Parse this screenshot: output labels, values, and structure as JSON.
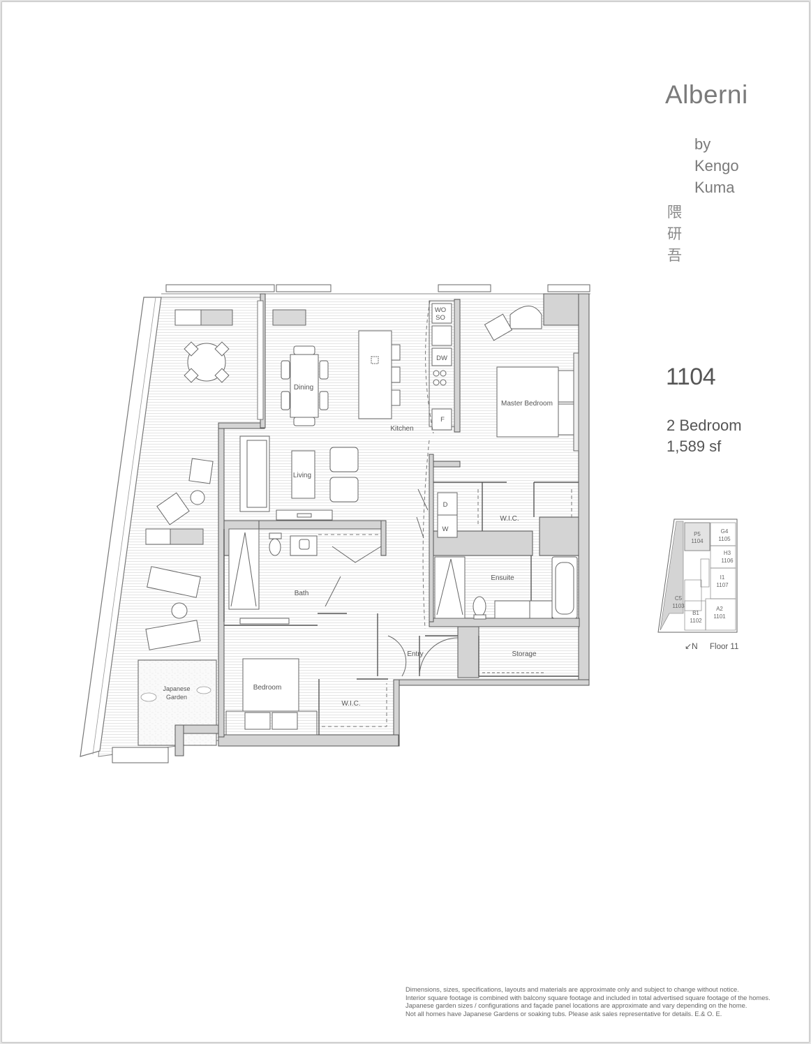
{
  "brand": {
    "name": "Alberni",
    "byline": [
      "by",
      "Kengo",
      "Kuma"
    ],
    "kanji": [
      "隈",
      "研",
      "吾"
    ]
  },
  "unit": {
    "number": "1104",
    "bedrooms": "2 Bedroom",
    "area": "1,589 sf"
  },
  "rooms": {
    "dining": "Dining",
    "kitchen": "Kitchen",
    "living": "Living",
    "master_bedroom": "Master Bedroom",
    "wic_master": "W.I.C.",
    "ensuite": "Ensuite",
    "bath": "Bath",
    "entry": "Entry",
    "storage": "Storage",
    "bedroom": "Bedroom",
    "wic_bedroom": "W.I.C.",
    "garden_line1": "Japanese",
    "garden_line2": "Garden"
  },
  "appliances": {
    "wo": "WO",
    "so": "SO",
    "dw": "DW",
    "fridge": "F",
    "dryer": "D",
    "washer": "W"
  },
  "key_plan": {
    "units": [
      {
        "code": "P5",
        "num": "1104"
      },
      {
        "code": "G4",
        "num": "1105"
      },
      {
        "code": "H3",
        "num": "1106"
      },
      {
        "code": "I1",
        "num": "1107"
      },
      {
        "code": "C5",
        "num": "1103"
      },
      {
        "code": "B1",
        "num": "1102"
      },
      {
        "code": "A2",
        "num": "1101"
      }
    ],
    "north": "↙N",
    "floor": "Floor 11"
  },
  "disclaimer": [
    "Dimensions, sizes, specifications, layouts and materials are approximate only and subject to change without notice.",
    "Interior square footage is combined with balcony square footage and included in total advertised square footage of the homes.",
    "Japanese garden sizes / configurations and façade panel locations are approximate and vary depending on the home.",
    "Not all homes have Japanese Gardens or soaking tubs. Please ask sales representative for details. E.& O. E."
  ]
}
